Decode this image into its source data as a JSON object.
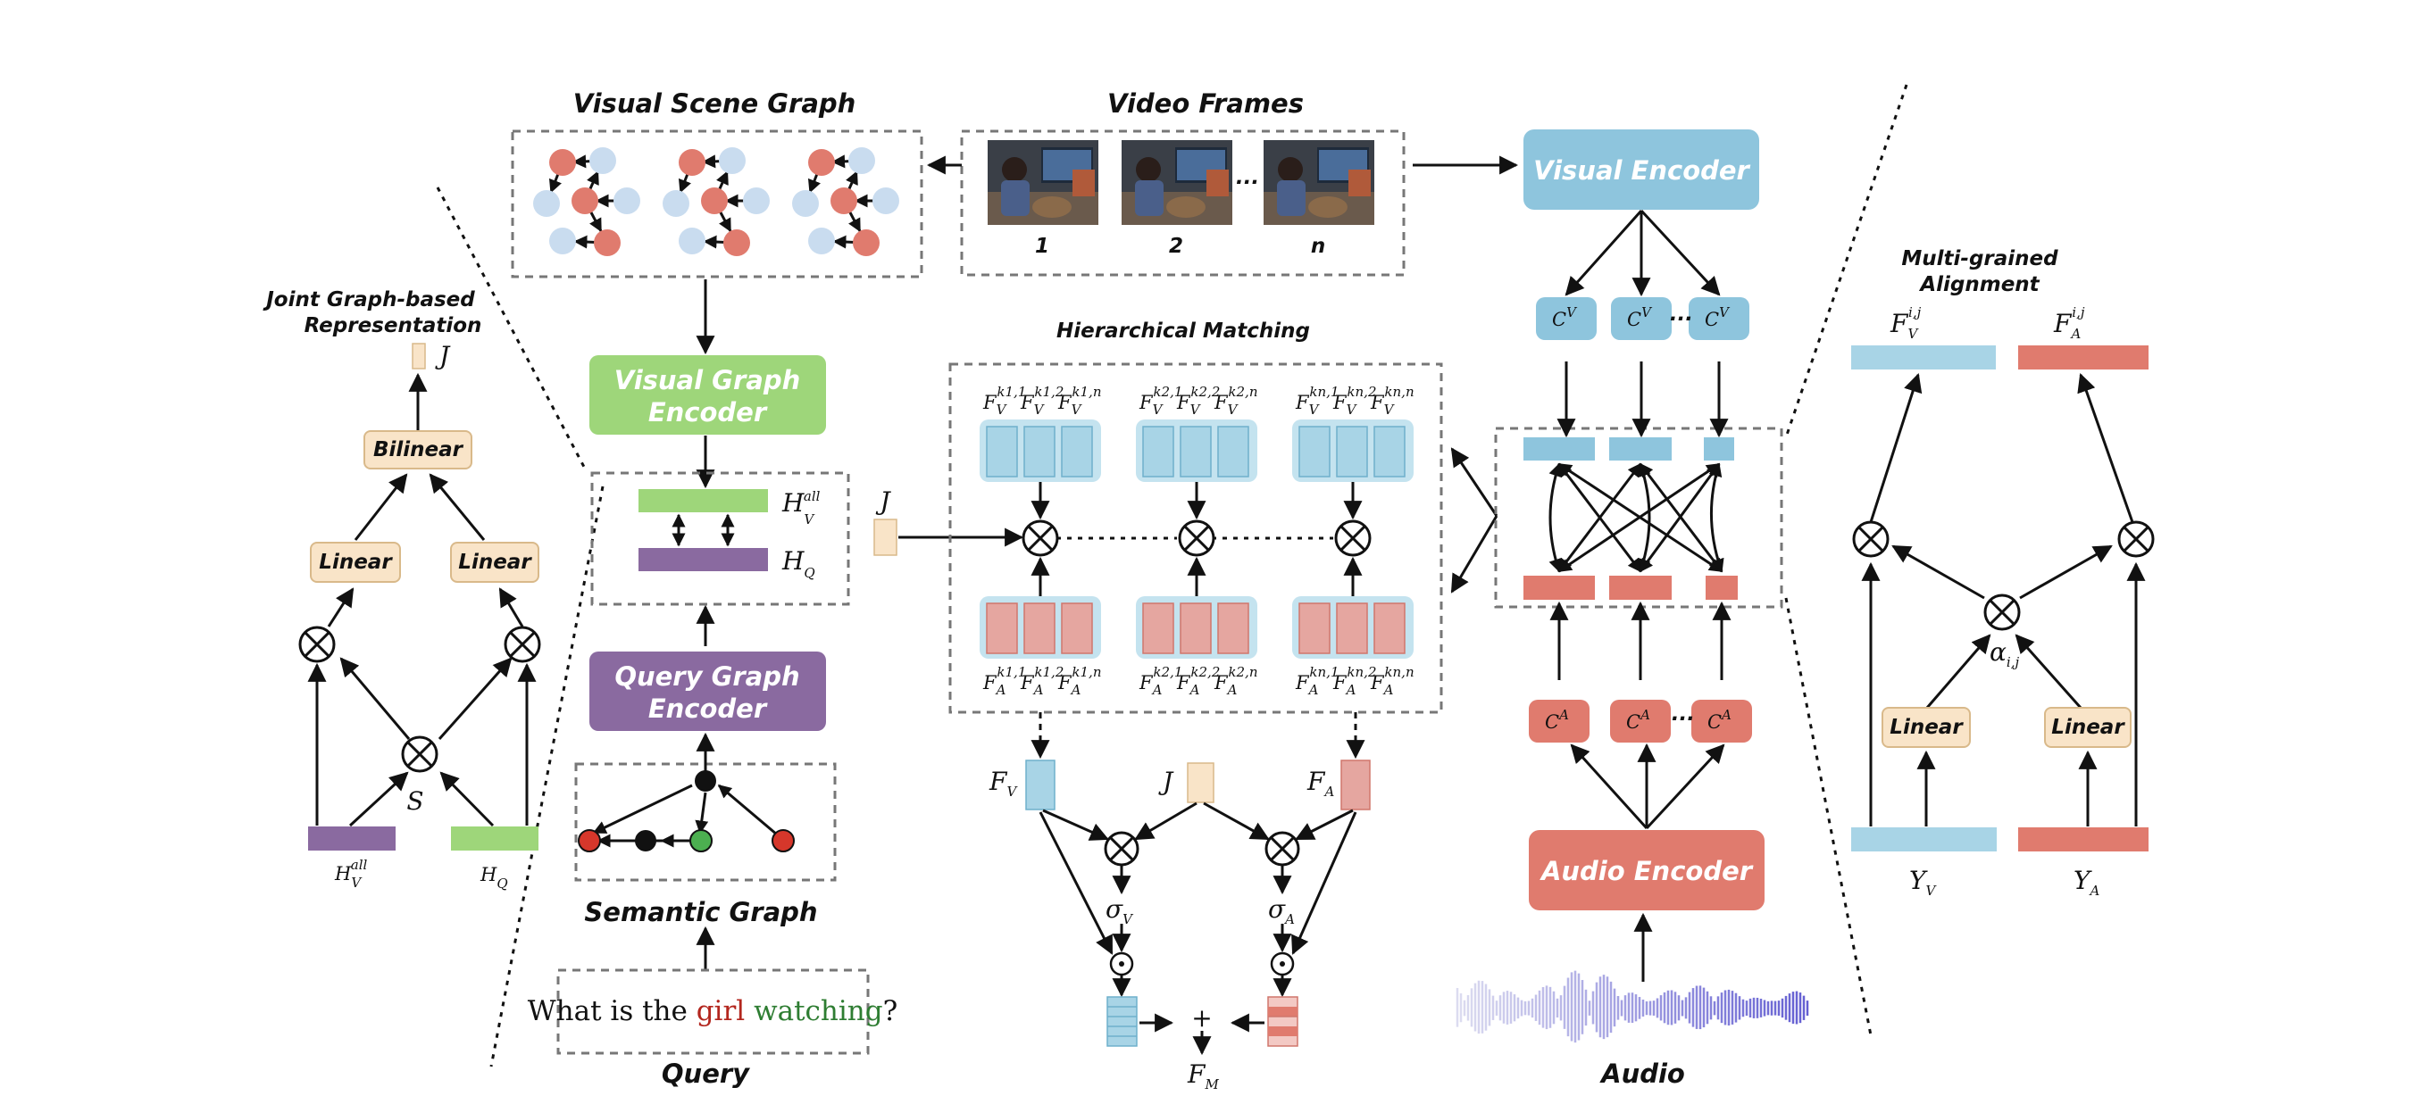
{
  "titles": {
    "visual_scene_graph": "Visual Scene Graph",
    "video_frames": "Video Frames",
    "joint_graph": [
      "Joint Graph-based",
      "Representation"
    ],
    "hierarchical_matching": "Hierarchical Matching",
    "multi_grained": [
      "Multi-grained",
      "Alignment"
    ],
    "semantic_graph": "Semantic Graph",
    "query": "Query",
    "audio": "Audio"
  },
  "frames": {
    "labels": [
      "1",
      "2",
      "n"
    ],
    "ellipsis": "..."
  },
  "boxes": {
    "visual_graph_encoder": [
      "Visual Graph",
      "Encoder"
    ],
    "query_graph_encoder": [
      "Query Graph",
      "Encoder"
    ],
    "visual_encoder": "Visual Encoder",
    "audio_encoder": "Audio Encoder",
    "bilinear": "Bilinear",
    "linear": "Linear"
  },
  "symbols": {
    "J": "J",
    "S": "S",
    "H": "H",
    "F": "F",
    "C": "C",
    "Y": "Y",
    "V": "V",
    "A": "A",
    "Q": "Q",
    "all": "all",
    "M": "M",
    "sigma": "σ",
    "alpha": "α",
    "ij": "i,j",
    "plus": "+",
    "otimes": "⊗",
    "odot": "⊙",
    "dots": "···"
  },
  "query_text": {
    "part1": "What is the ",
    "girl": "girl",
    "space": " ",
    "watching": "watching",
    "end": "?"
  },
  "colors": {
    "blue": "#a8d4e6",
    "blue_box": "#8ec5dd",
    "red": "#e07b6e",
    "red_light": "#e5a6a0",
    "green": "#9ed67a",
    "purple": "#8a6aa0",
    "beige": "#f9e4c8",
    "beige_border": "#d9b98a",
    "girl": "#b3261e",
    "watching": "#2e7d32"
  }
}
